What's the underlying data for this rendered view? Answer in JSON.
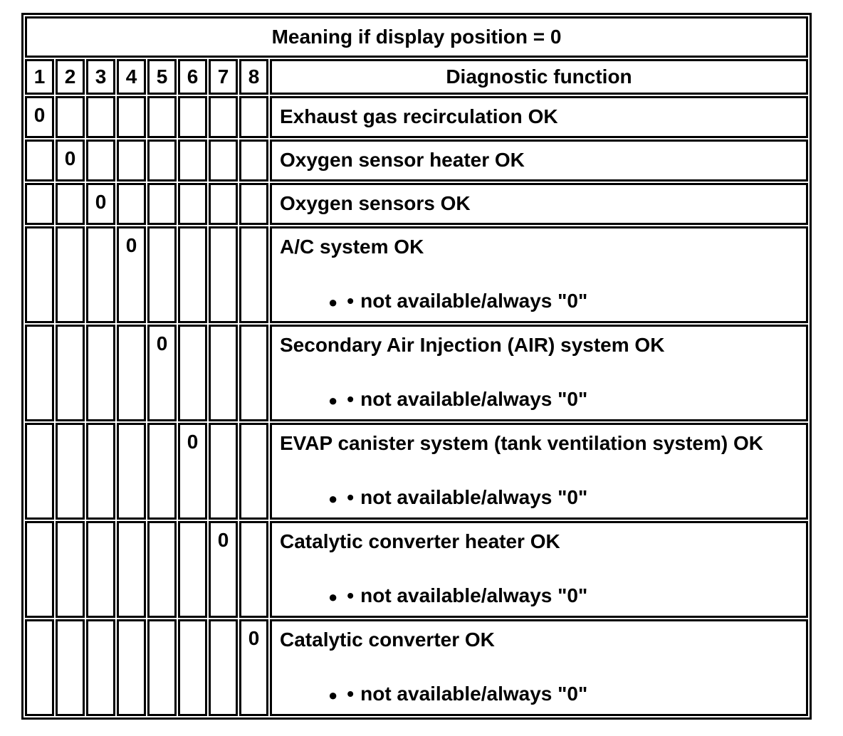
{
  "table": {
    "title": "Meaning if display position = 0",
    "position_headers": [
      "1",
      "2",
      "3",
      "4",
      "5",
      "6",
      "7",
      "8"
    ],
    "function_header": "Diagnostic function",
    "bullets": {
      "large": "●",
      "small": "•"
    },
    "rows": [
      {
        "position": "1",
        "zero": "0",
        "function": "Exhaust gas recirculation OK",
        "note": ""
      },
      {
        "position": "2",
        "zero": "0",
        "function": "Oxygen sensor heater OK",
        "note": ""
      },
      {
        "position": "3",
        "zero": "0",
        "function": "Oxygen sensors OK",
        "note": ""
      },
      {
        "position": "4",
        "zero": "0",
        "function": "A/C system OK",
        "note": "not available/always \"0\""
      },
      {
        "position": "5",
        "zero": "0",
        "function": "Secondary Air Injection (AIR) system OK",
        "note": "not available/always \"0\""
      },
      {
        "position": "6",
        "zero": "0",
        "function": "EVAP canister system (tank ventilation system) OK",
        "note": "not available/always \"0\""
      },
      {
        "position": "7",
        "zero": "0",
        "function": "Catalytic converter heater OK",
        "note": "not available/always \"0\""
      },
      {
        "position": "8",
        "zero": "0",
        "function": "Catalytic converter OK",
        "note": "not available/always \"0\""
      }
    ]
  }
}
